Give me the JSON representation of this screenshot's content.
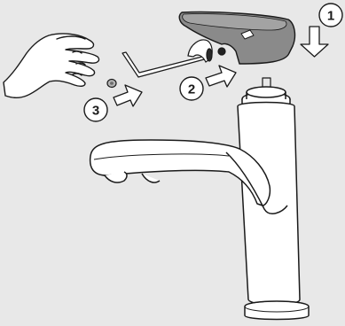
{
  "steps": [
    {
      "number": "1",
      "action": "press-down"
    },
    {
      "number": "2",
      "action": "insert-right"
    },
    {
      "number": "3",
      "action": "insert-right"
    }
  ],
  "colors": {
    "background": "#e8e8e8",
    "outline": "#1a1a1a",
    "faucet_body": "#ffffff",
    "lever_handle": "#8a8a8a",
    "lever_top": "#a3a3a3"
  },
  "icons": {
    "hand": "hand-icon",
    "hex_key": "allen-key-icon",
    "grub_screw": "grub-screw-icon",
    "cap": "cap-icon",
    "arrow_down": "arrow-down-icon",
    "arrow_right": "arrow-right-icon"
  }
}
